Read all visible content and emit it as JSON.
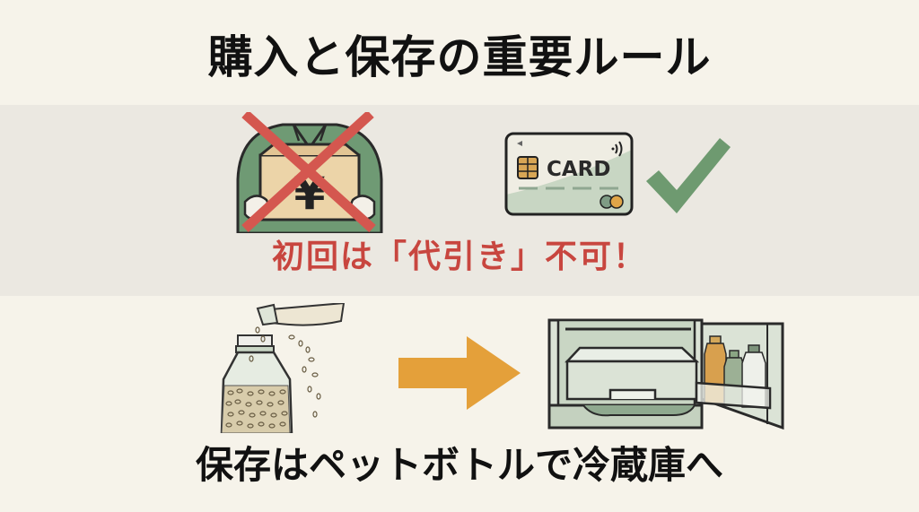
{
  "title": "購入と保存の重要ルール",
  "section_payment": {
    "cod_icon": "person-holding-yen-box-crossed-out-icon",
    "card_icon": "credit-card-icon",
    "card_label": "CARD",
    "check_icon": "checkmark-icon",
    "warning": "初回は「代引き」不可！"
  },
  "section_storage": {
    "bottle_icon": "rice-into-pet-bottle-icon",
    "arrow_icon": "arrow-right-icon",
    "fridge_icon": "refrigerator-icon",
    "caption": "保存はペットボトルで冷蔵庫へ"
  },
  "colors": {
    "background": "#f6f3ea",
    "band": "#ebe8e1",
    "warning_red": "#c8463f",
    "cross_red": "#d4574f",
    "check_green": "#6e9a70",
    "arrow_orange": "#e4a03a",
    "shirt_green": "#6f9a74"
  }
}
